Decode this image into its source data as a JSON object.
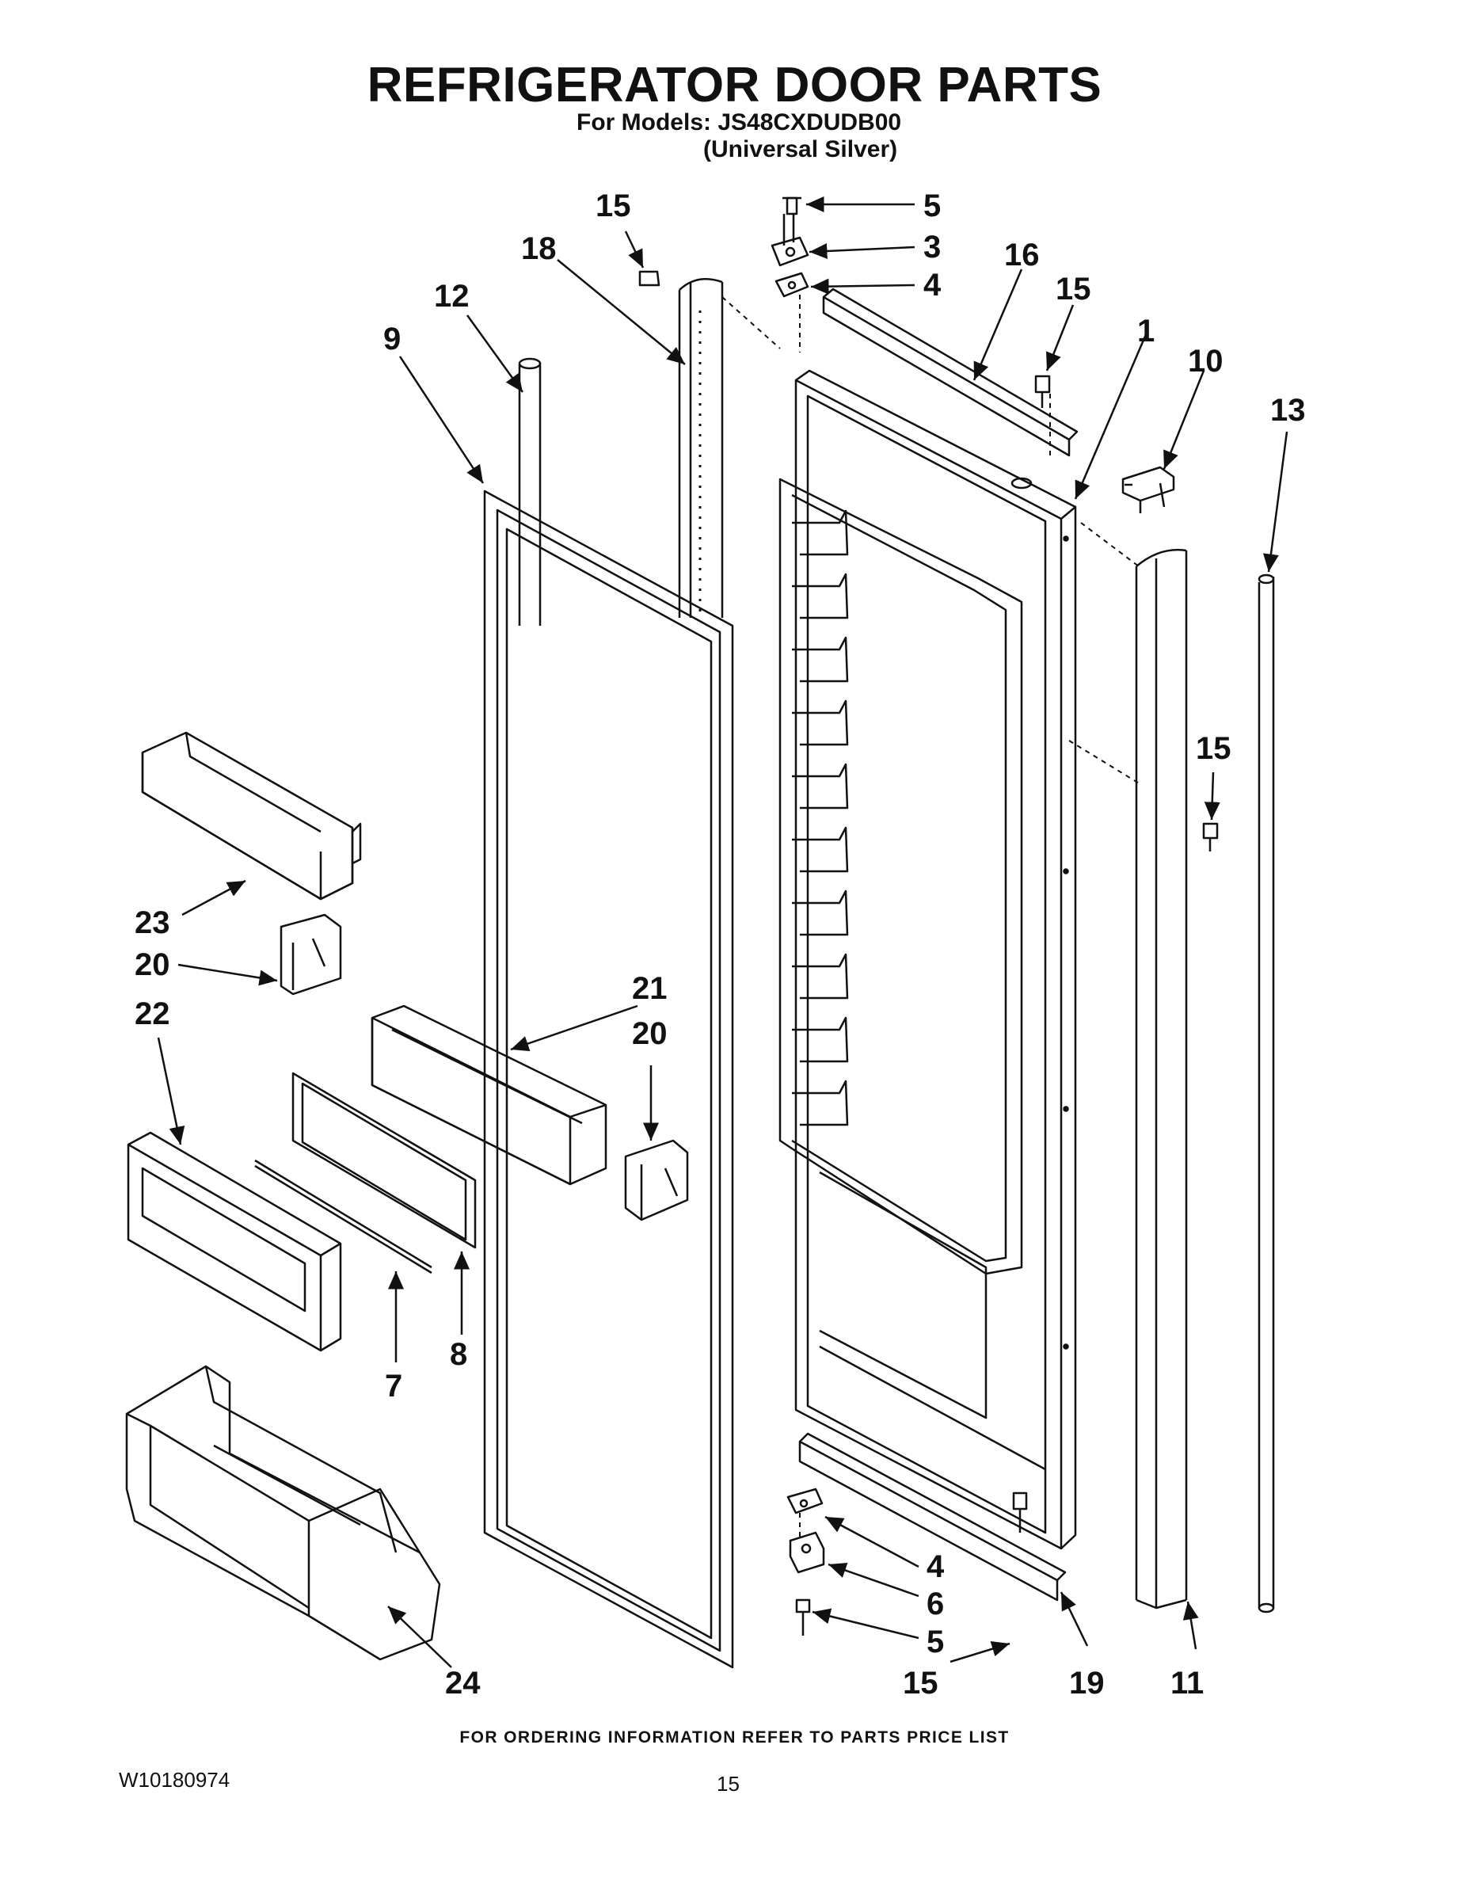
{
  "header": {
    "title": "REFRIGERATOR DOOR PARTS",
    "models_line": "For Models: JS48CXDUDB00",
    "variant_line": "(Universal Silver)"
  },
  "callouts": {
    "c15a": "15",
    "c5a": "5",
    "c3": "3",
    "c4a": "4",
    "c18": "18",
    "c16": "16",
    "c15b": "15",
    "c12": "12",
    "c9": "9",
    "c1": "1",
    "c10": "10",
    "c13": "13",
    "c15c": "15",
    "c23": "23",
    "c20a": "20",
    "c21": "21",
    "c22": "22",
    "c20b": "20",
    "c8": "8",
    "c7": "7",
    "c4b": "4",
    "c6": "6",
    "c5b": "5",
    "c24": "24",
    "c15d": "15",
    "c19": "19",
    "c11": "11"
  },
  "footer": {
    "ordering_note": "FOR ORDERING INFORMATION REFER TO PARTS PRICE LIST",
    "document_number": "W10180974",
    "page_number": "15"
  }
}
